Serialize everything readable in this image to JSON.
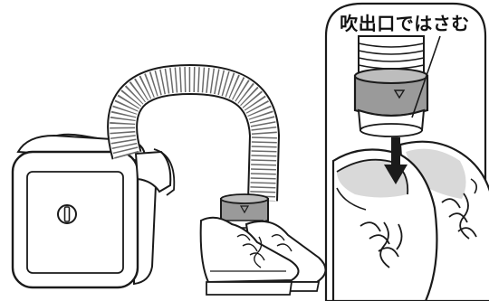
{
  "callout": {
    "label": "吹出口ではさむ"
  },
  "colors": {
    "line": "#1a1a1a",
    "hose_gray": "#9a9a9a",
    "shoe_shade": "#d9d9d9",
    "background": "#ffffff"
  },
  "icons": [
    "dryer-unit",
    "flexible-hose",
    "nozzle-outlet",
    "sneakers",
    "down-arrow"
  ]
}
